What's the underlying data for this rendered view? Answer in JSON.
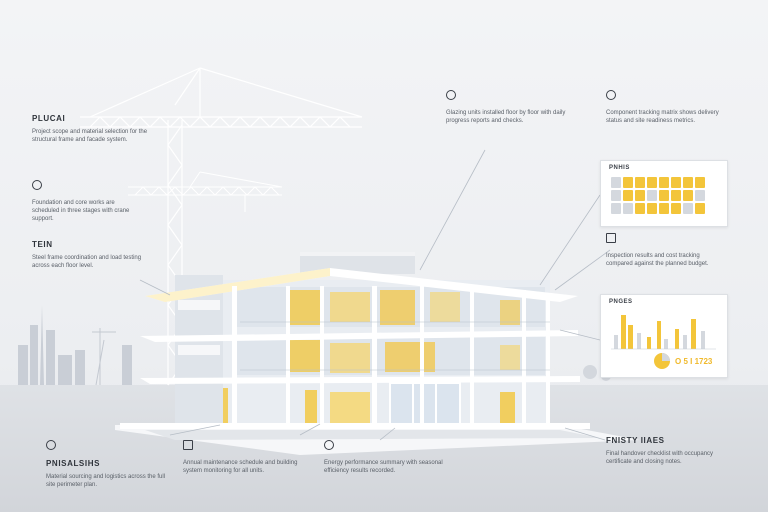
{
  "blocks": [
    {
      "id": "tl",
      "heading": "PLUCAI",
      "body": "Project scope and material selection for the structural frame and facade system."
    },
    {
      "id": "ml",
      "heading": "",
      "body": "Foundation and core works are scheduled in three stages with crane support."
    },
    {
      "id": "ll",
      "heading": "TEIN",
      "body": "Steel frame coordination and load testing across each floor level."
    },
    {
      "id": "tc",
      "heading": "",
      "body": "Glazing units installed floor by floor with daily progress reports and checks."
    },
    {
      "id": "tr",
      "heading": "",
      "body": "Component tracking matrix shows delivery status and site readiness metrics."
    },
    {
      "id": "mr",
      "heading": "",
      "body": "Inspection results and cost tracking compared against the planned budget."
    },
    {
      "id": "bl",
      "heading": "PNISALSIHS",
      "body": "Material sourcing and logistics across the full site perimeter plan."
    },
    {
      "id": "bc1",
      "heading": "",
      "body": "Annual maintenance schedule and building system monitoring for all units."
    },
    {
      "id": "bc2",
      "heading": "",
      "body": "Energy performance summary with seasonal efficiency results recorded."
    },
    {
      "id": "br",
      "heading": "FNISTY IIAES",
      "body": "Final handover checklist with occupancy certificate and closing notes."
    }
  ],
  "panels": {
    "matrix_title": "PNHIS",
    "chart_title": "PNGES",
    "chart_footer": "O 5 I 1723"
  },
  "colors": {
    "accent": "#f3c53a",
    "structure": "#ffffff",
    "glass": "#cfd8e3"
  }
}
